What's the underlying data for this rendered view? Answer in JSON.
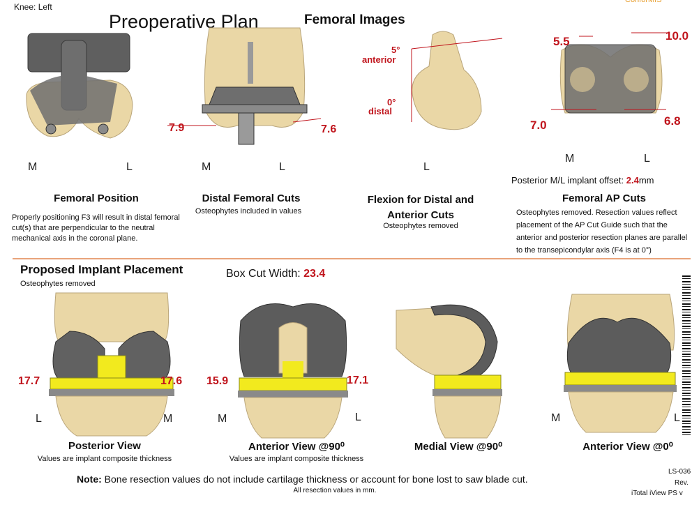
{
  "header": {
    "knee": "Knee: Left",
    "title": "Preoperative Plan",
    "femoral_images": "Femoral Images"
  },
  "top": {
    "femoral_position": {
      "m": "M",
      "l": "L",
      "title": "Femoral Position",
      "desc": "Properly positioning F3 will result in distal femoral cut(s) that are perpendicular to the neutral mechanical axis in the coronal plane."
    },
    "distal_cuts": {
      "left_val": "7.9",
      "right_val": "7.6",
      "m": "M",
      "l": "L",
      "title": "Distal Femoral Cuts",
      "desc": "Osteophytes included in values"
    },
    "flexion": {
      "anterior_val": "5°",
      "anterior_lbl": "anterior",
      "distal_val": "0°",
      "distal_lbl": "distal",
      "l": "L",
      "title_line1": "Flexion for Distal and",
      "title_line2": "Anterior Cuts",
      "desc": "Osteophytes removed"
    },
    "ap_cuts": {
      "top_left": "5.5",
      "top_right": "10.0",
      "bot_left": "7.0",
      "bot_right": "6.8",
      "m": "M",
      "l": "L",
      "offset_label": "Posterior M/L implant offset:",
      "offset_val": "2.4",
      "offset_unit": "mm",
      "title": "Femoral AP Cuts",
      "desc": "Osteophytes removed. Resection values reflect placement of the AP Cut Guide such that the anterior and posterior resection planes are parallel to the transepicondylar axis (F4 is at 0°)"
    }
  },
  "bottom": {
    "title": "Proposed Implant Placement",
    "subtitle": "Osteophytes removed",
    "box_cut_label": "Box Cut Width:",
    "box_cut_val": "23.4",
    "posterior": {
      "left_val": "17.7",
      "right_val": "17.6",
      "l": "L",
      "m": "M",
      "title": "Posterior View",
      "desc": "Values are implant composite thickness"
    },
    "anterior90": {
      "left_val": "15.9",
      "right_val": "17.1",
      "m": "M",
      "l": "L",
      "title": "Anterior View @90⁰",
      "desc": "Values are implant composite thickness"
    },
    "medial90": {
      "title": "Medial View @90⁰"
    },
    "anterior0": {
      "m": "M",
      "l": "L",
      "title": "Anterior View @0⁰"
    }
  },
  "footer": {
    "note_label": "Note:",
    "note_text": " Bone resection values do not include cartilage thickness or account for bone lost to saw blade cut.",
    "units": "All resection values in mm.",
    "code": "LS-036",
    "rev": "Rev.",
    "product": "iTotal iView PS v"
  },
  "colors": {
    "value_red": "#c0141c",
    "bone": "#ead7a6",
    "implant": "#6b6b6b",
    "insert": "#f2ea1e",
    "divider": "#e9a37a"
  }
}
